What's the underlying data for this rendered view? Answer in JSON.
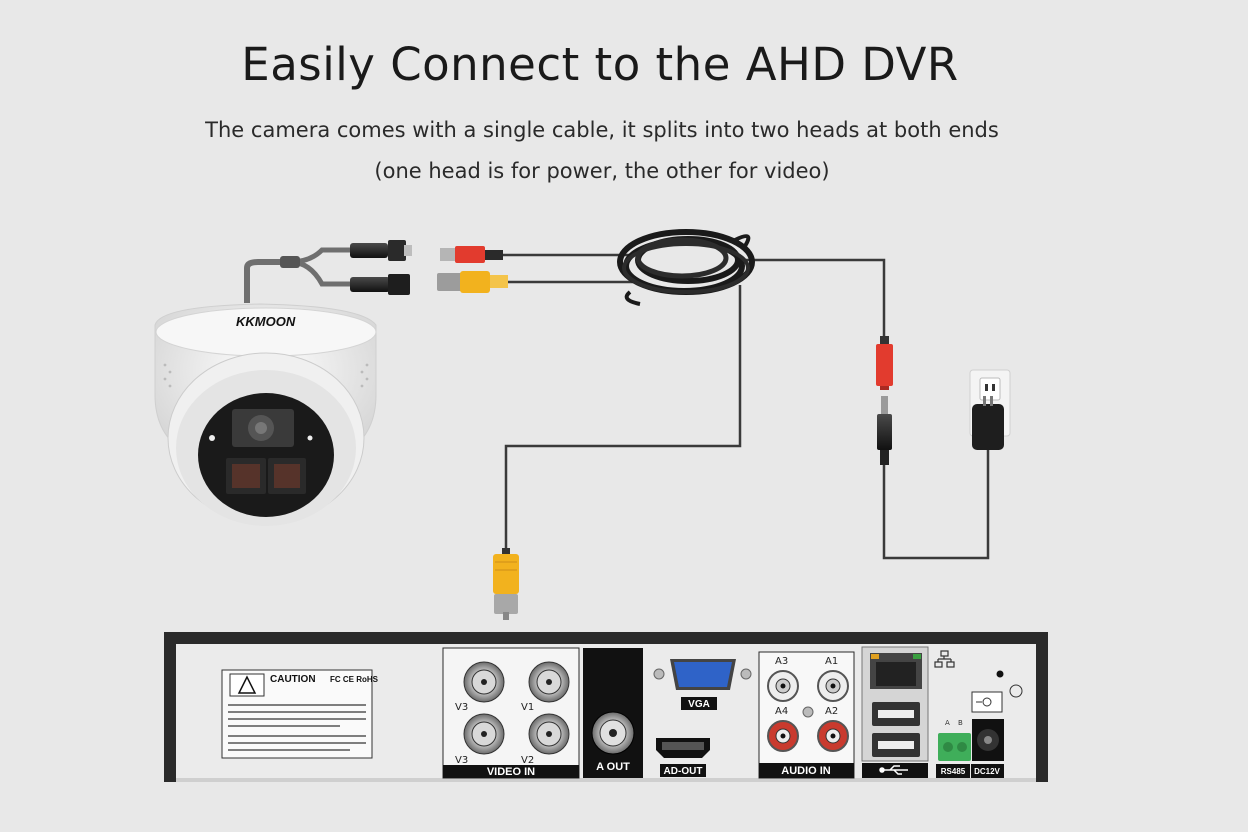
{
  "heading": "Easily Connect to the AHD DVR",
  "description_line1": "The camera comes with a single cable, it splits into two heads at both ends",
  "description_line2": "(one head is for power, the other for video)",
  "camera": {
    "brand": "KKMOON"
  },
  "dvr": {
    "caution_label": "CAUTION",
    "cert_marks": "FC CE RoHS",
    "ports": {
      "v1": "V1",
      "v2": "V2",
      "v3": "V3",
      "v4": "V3",
      "video_in": "VIDEO IN",
      "audio_out": "A OUT",
      "vga": "VGA",
      "hdmi": "AD-OUT",
      "a1": "A1",
      "a2": "A2",
      "a3": "A3",
      "a4": "A4",
      "audio_in": "AUDIO IN",
      "rs485": "RS485",
      "dc12v": "DC12V",
      "rs_a": "A",
      "rs_b": "B"
    }
  },
  "colors": {
    "background": "#e8e8e8",
    "dvr_panel": "#ebebeb",
    "dvr_frame": "#2a2a2a",
    "bnc_yellow": "#f2b21e",
    "power_red": "#e23b2e",
    "vga_blue": "#2f63c8"
  }
}
